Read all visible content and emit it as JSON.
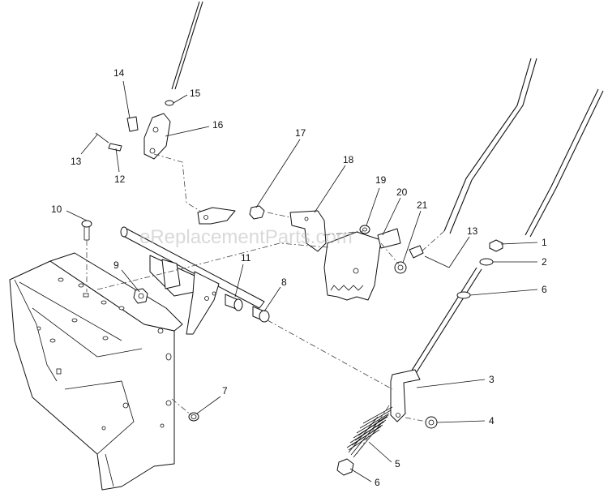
{
  "watermark": "eReplacementParts.com",
  "callouts": [
    {
      "id": "c1",
      "label": "1"
    },
    {
      "id": "c2",
      "label": "2"
    },
    {
      "id": "c3",
      "label": "3"
    },
    {
      "id": "c4",
      "label": "4"
    },
    {
      "id": "c5",
      "label": "5"
    },
    {
      "id": "c6a",
      "label": "6"
    },
    {
      "id": "c6b",
      "label": "6"
    },
    {
      "id": "c7",
      "label": "7"
    },
    {
      "id": "c8",
      "label": "8"
    },
    {
      "id": "c9",
      "label": "9"
    },
    {
      "id": "c10",
      "label": "10"
    },
    {
      "id": "c11",
      "label": "11"
    },
    {
      "id": "c12",
      "label": "12"
    },
    {
      "id": "c13a",
      "label": "13"
    },
    {
      "id": "c13b",
      "label": "13"
    },
    {
      "id": "c14",
      "label": "14"
    },
    {
      "id": "c15",
      "label": "15"
    },
    {
      "id": "c16",
      "label": "16"
    },
    {
      "id": "c17",
      "label": "17"
    },
    {
      "id": "c18",
      "label": "18"
    },
    {
      "id": "c19",
      "label": "19"
    },
    {
      "id": "c20",
      "label": "20"
    },
    {
      "id": "c21",
      "label": "21"
    }
  ]
}
